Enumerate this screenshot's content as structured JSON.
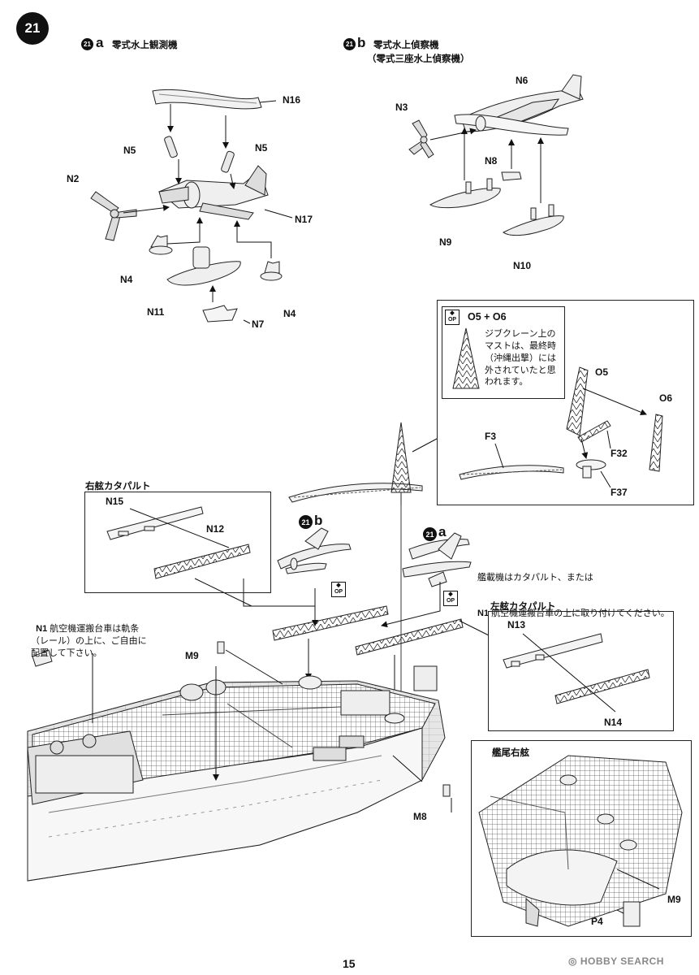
{
  "step": {
    "number": "21",
    "page_number": "15"
  },
  "sub_a": {
    "badge": "21",
    "letter": "a",
    "title": "零式水上観測機"
  },
  "sub_b": {
    "badge": "21",
    "letter": "b",
    "title": "零式水上偵察機",
    "subtitle": "（零式三座水上偵察機）"
  },
  "parts_a": {
    "n16": "N16",
    "n5_left": "N5",
    "n5_right": "N5",
    "n2": "N2",
    "n17": "N17",
    "n4_left": "N4",
    "n4_right": "N4",
    "n11": "N11",
    "n7": "N7"
  },
  "parts_b": {
    "n3": "N3",
    "n6": "N6",
    "n8": "N8",
    "n9": "N9",
    "n10": "N10"
  },
  "detail_crane": {
    "op_top": "◆",
    "op_bottom": "OP",
    "title": "O5 + O6",
    "note": "ジブクレーン上の\nマストは、最終時\n（沖縄出撃）には\n外されていたと思\nわれます。",
    "o5": "O5",
    "o6": "O6",
    "f3": "F3",
    "f32": "F32",
    "f37": "F37"
  },
  "starboard_catapult": {
    "title": "右舷カタパルト",
    "n15": "N15",
    "n12": "N12"
  },
  "port_catapult": {
    "title": "左舷カタパルト",
    "n13": "N13",
    "n14": "N14"
  },
  "stern_detail": {
    "title": "艦尾右舷",
    "m9": "M9",
    "p4": "P4"
  },
  "callouts": {
    "b_badge": "21",
    "b_letter": "b",
    "a_badge": "21",
    "a_letter": "a",
    "op_top": "◆",
    "op_bottom": "OP",
    "aircraft_note_line1": "艦載機はカタパルト、または",
    "aircraft_note_line2_part": "N1",
    "aircraft_note_line2": " 航空機運搬台車の上に取り付けてください。",
    "n1_note_part": "N1",
    "n1_note": " 航空機運搬台車は軌条\n（レール）の上に、ご自由に\n配置して下さい。",
    "m9": "M9",
    "m8": "M8"
  },
  "watermark": {
    "text": "HOBBY SEARCH",
    "symbol": "◎"
  }
}
